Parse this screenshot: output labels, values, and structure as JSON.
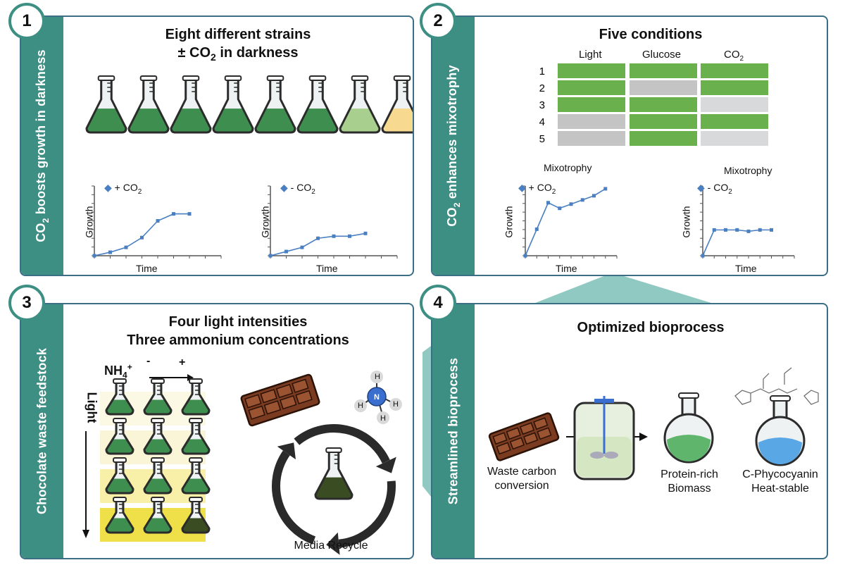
{
  "panel1": {
    "number": "1",
    "side_prefix": "CO",
    "side_sub": "2",
    "side_suffix": " boosts growth in darkness",
    "title_line1": "Eight different strains",
    "title_line2_prefix": "± CO",
    "title_line2_sub": "2",
    "title_line2_suffix": " in darkness",
    "flask_colors": [
      "#3e8e4f",
      "#3e8e4f",
      "#3e8e4f",
      "#3e8e4f",
      "#3e8e4f",
      "#3e8e4f",
      "#a9cf8f",
      "#f7d98f"
    ],
    "chart_left": {
      "legend_prefix": "+ CO",
      "legend_sub": "2",
      "xlabel": "Time",
      "ylabel": "Growth"
    },
    "chart_right": {
      "legend_prefix": "- CO",
      "legend_sub": "2",
      "xlabel": "Time",
      "ylabel": "Growth"
    }
  },
  "panel2": {
    "number": "2",
    "side_prefix": "CO",
    "side_sub": "2",
    "side_suffix": " enhances mixotrophy",
    "title": "Five conditions",
    "col_light": "Light",
    "col_glucose": "Glucose",
    "col_co2_prefix": "CO",
    "col_co2_sub": "2",
    "rows": [
      "1",
      "2",
      "3",
      "4",
      "5"
    ],
    "grid": [
      [
        1,
        1,
        1
      ],
      [
        1,
        0,
        1
      ],
      [
        1,
        1,
        0
      ],
      [
        0,
        1,
        1
      ],
      [
        0,
        1,
        0
      ]
    ],
    "chart_left": {
      "title": "Mixotrophy",
      "legend_prefix": "+ CO",
      "legend_sub": "2",
      "xlabel": "Time",
      "ylabel": "Growth"
    },
    "chart_right": {
      "title": "Mixotrophy",
      "legend_prefix": "- CO",
      "legend_sub": "2",
      "xlabel": "Time",
      "ylabel": "Growth"
    }
  },
  "panel3": {
    "number": "3",
    "side": "Chocolate waste feedstock",
    "title_line1": "Four light intensities",
    "title_line2": "Three ammonium concentrations",
    "nh4": "NH",
    "nh4_sub": "4",
    "nh4_sup": "+",
    "minus": "-",
    "plus": "+",
    "light": "Light",
    "n_label": "N",
    "h_label": "H",
    "recycle_label": "Media Recycle"
  },
  "panel4": {
    "number": "4",
    "side": "Streamlined bioprocess",
    "title": "Optimized bioprocess",
    "waste_line1": "Waste carbon",
    "waste_line2": "conversion",
    "biomass_line1": "Protein-rich",
    "biomass_line2": "Biomass",
    "pc_line1": "C-Phycocyanin",
    "pc_line2": "Heat-stable"
  },
  "colors": {
    "teal": "#3d8f84",
    "border": "#3b6f86",
    "green": "#6ab04c",
    "gray": "#c8c8c8",
    "line": "#4a7fc1",
    "chocolate": "#7a3b20"
  },
  "chart_data": [
    {
      "type": "line",
      "title": "",
      "x": [
        0,
        1,
        2,
        3,
        4,
        5,
        6,
        7
      ],
      "series": [
        {
          "name": "+ CO2",
          "values": [
            0,
            0.05,
            0.12,
            0.26,
            0.5,
            0.6,
            0.6,
            null
          ]
        }
      ],
      "xlabel": "Time",
      "ylabel": "Growth",
      "ylim": [
        0,
        1
      ]
    },
    {
      "type": "line",
      "title": "",
      "x": [
        0,
        1,
        2,
        3,
        4,
        5,
        6,
        7
      ],
      "series": [
        {
          "name": "- CO2",
          "values": [
            0,
            0.06,
            0.12,
            0.25,
            0.28,
            0.28,
            0.32,
            null
          ]
        }
      ],
      "xlabel": "Time",
      "ylabel": "Growth",
      "ylim": [
        0,
        1
      ]
    },
    {
      "type": "line",
      "title": "Mixotrophy",
      "x": [
        0,
        1,
        2,
        3,
        4,
        5,
        6,
        7
      ],
      "series": [
        {
          "name": "+ CO2",
          "values": [
            0,
            0.38,
            0.76,
            0.68,
            0.74,
            0.8,
            0.86,
            0.96
          ]
        }
      ],
      "xlabel": "Time",
      "ylabel": "Growth",
      "ylim": [
        0,
        1
      ]
    },
    {
      "type": "line",
      "title": "Mixotrophy",
      "x": [
        0,
        1,
        2,
        3,
        4,
        5,
        6,
        7
      ],
      "series": [
        {
          "name": "- CO2",
          "values": [
            0,
            0.37,
            0.37,
            0.37,
            0.35,
            0.37,
            0.37,
            null
          ]
        }
      ],
      "xlabel": "Time",
      "ylabel": "Growth",
      "ylim": [
        0,
        1
      ]
    }
  ]
}
